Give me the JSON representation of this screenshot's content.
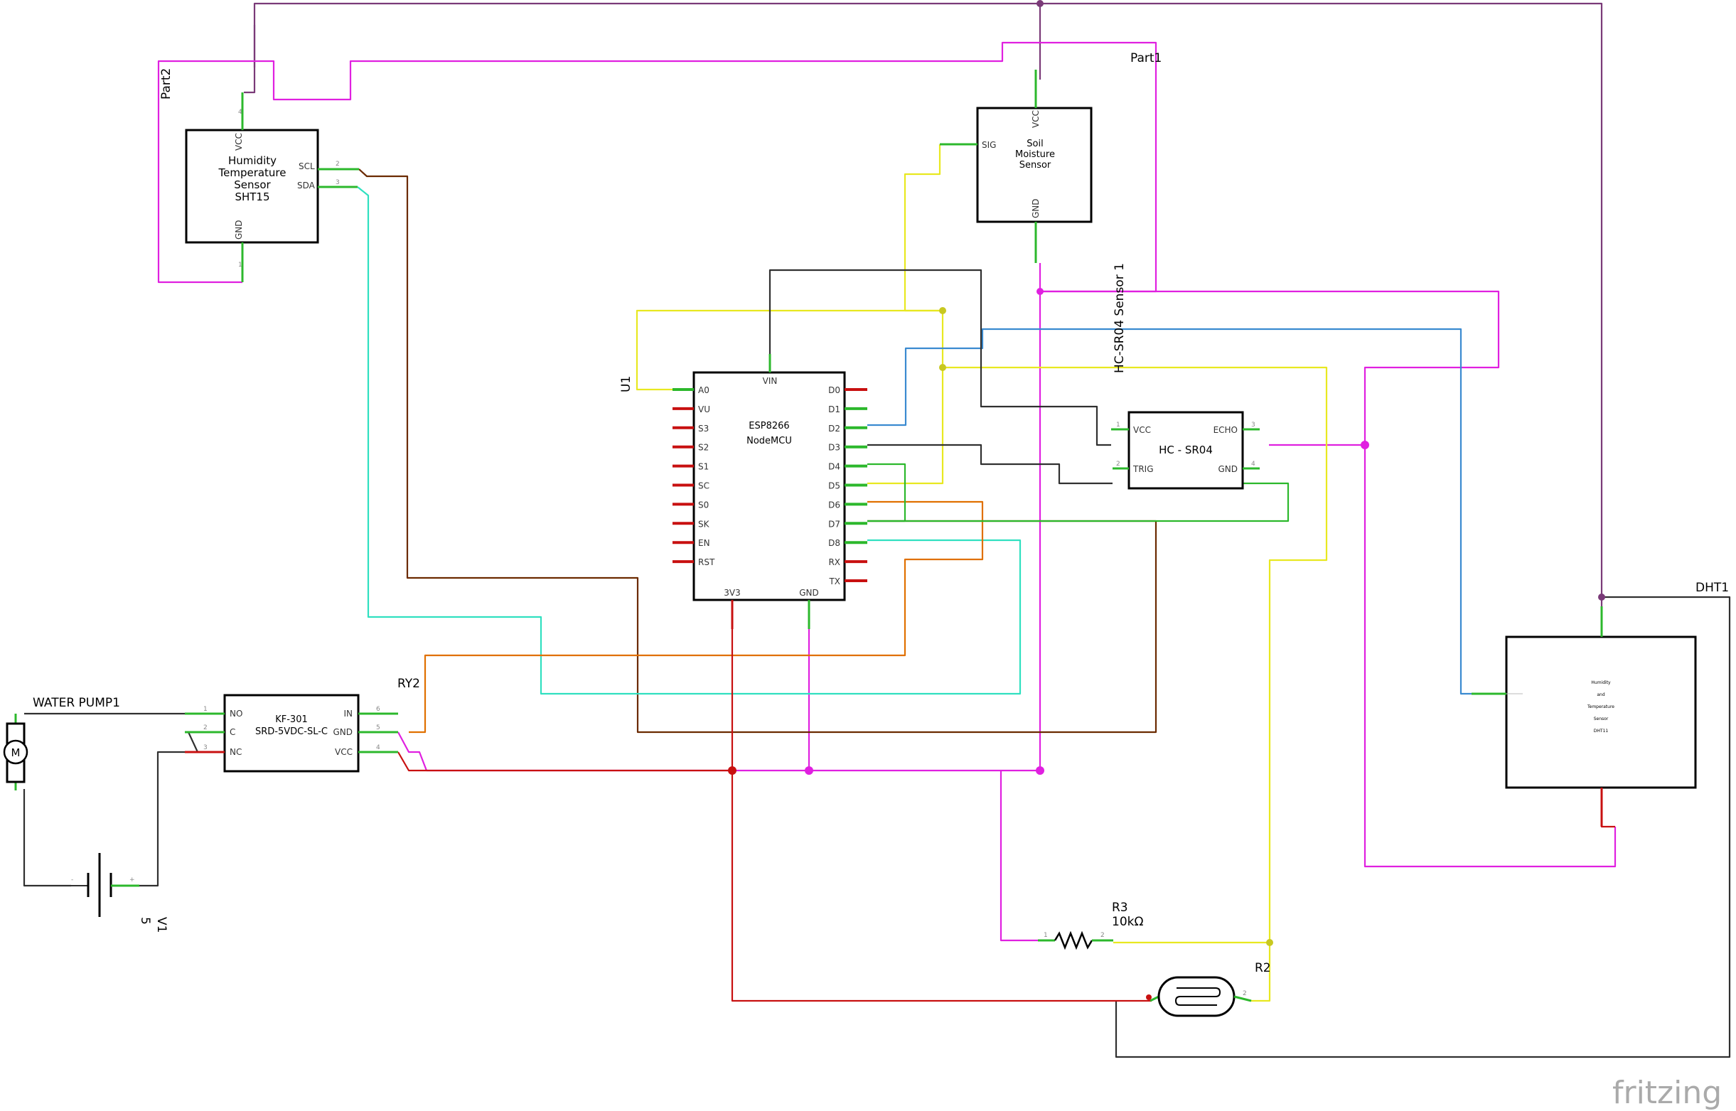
{
  "part_labels": {
    "part2": "Part2",
    "part1": "Part1",
    "hcsr04_sensor": "HC-SR04 Sensor 1",
    "u1": "U1",
    "dht1": "DHT1",
    "ry2": "RY2",
    "water_pump": "WATER PUMP1",
    "v1": "V1",
    "v1_value": "5",
    "r3": "R3",
    "r3_value": "10kΩ",
    "r2": "R2"
  },
  "sht15": {
    "title": [
      "Humidity",
      "Temperature",
      "Sensor",
      "SHT15"
    ],
    "pins": {
      "vcc": "VCC",
      "gnd": "GND",
      "scl": "SCL",
      "sda": "SDA"
    },
    "pin_numbers": {
      "vcc": "4",
      "gnd": "1",
      "scl": "2",
      "sda": "3"
    }
  },
  "soil": {
    "title": [
      "Soil",
      "Moisture",
      "Sensor"
    ],
    "pins": {
      "vcc": "VCC",
      "sig": "SIG",
      "gnd": "GND"
    }
  },
  "nodemcu": {
    "title": [
      "ESP8266",
      "NodeMCU"
    ],
    "top_pin": "VIN",
    "left_pins": [
      "A0",
      "VU",
      "S3",
      "S2",
      "S1",
      "SC",
      "S0",
      "SK",
      "EN",
      "RST"
    ],
    "right_pins": [
      "D0",
      "D1",
      "D2",
      "D3",
      "D4",
      "D5",
      "D6",
      "D7",
      "D8",
      "RX",
      "TX"
    ],
    "bottom_pins": [
      "3V3",
      "GND"
    ]
  },
  "hcsr04": {
    "title": "HC - SR04",
    "pins": {
      "vcc": "VCC",
      "trig": "TRIG",
      "echo": "ECHO",
      "gnd": "GND"
    },
    "pin_numbers": {
      "vcc": "1",
      "trig": "2",
      "echo": "3",
      "gnd": "4"
    }
  },
  "relay": {
    "title": [
      "KF-301",
      "SRD-5VDC-SL-C"
    ],
    "left_pins": [
      "NO",
      "C",
      "NC"
    ],
    "right_pins": [
      "IN",
      "GND",
      "VCC"
    ],
    "left_numbers": [
      "1",
      "2",
      "3"
    ],
    "right_numbers": [
      "6",
      "5",
      "4"
    ]
  },
  "dht": {
    "title": [
      "Humidity",
      "and",
      "Temperature",
      "Sensor",
      "DHT11"
    ]
  },
  "motor": {
    "symbol": "M"
  },
  "battery": {
    "plus": "+",
    "minus": "-"
  },
  "resistor": {
    "pin1": "1",
    "pin2": "2"
  },
  "ldr": {
    "pin2": "2"
  },
  "brand": "fritzing",
  "colors": {
    "magenta": "#e020e0",
    "purple": "#7a3a78",
    "yellow": "#e8e820",
    "brown": "#6b2a00",
    "cyan": "#30e0c0",
    "blue": "#3a8ad0",
    "orange": "#e07000",
    "red": "#c81010",
    "black": "#303030",
    "green": "#2cb82c"
  }
}
